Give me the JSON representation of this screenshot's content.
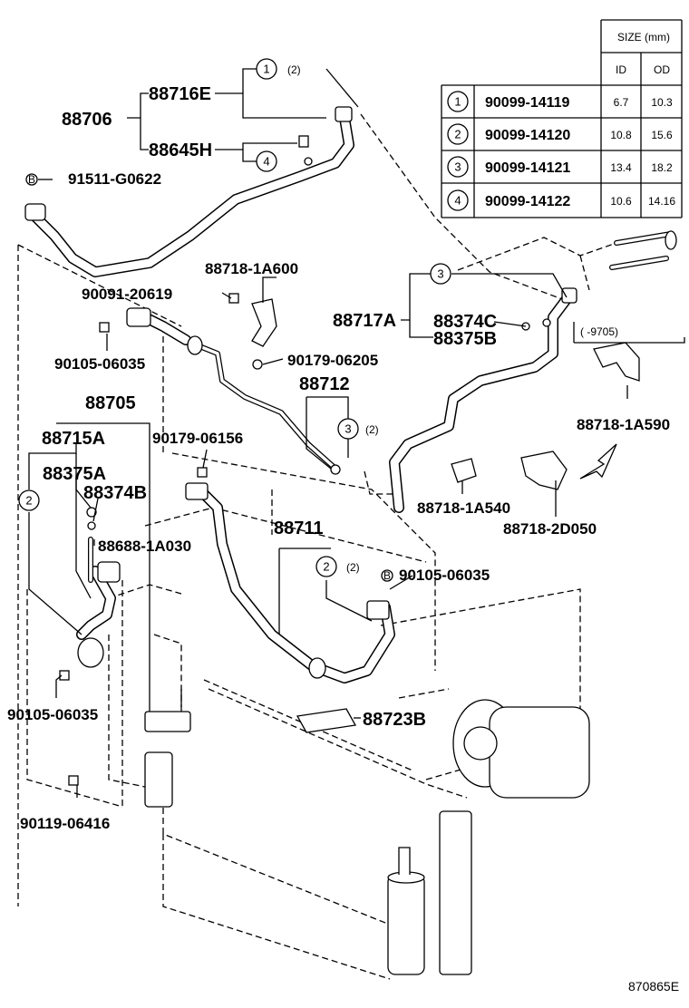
{
  "table": {
    "size_header": "SIZE (mm)",
    "col_id": "ID",
    "col_od": "OD",
    "rows": [
      {
        "num": "1",
        "part": "90099-14119",
        "id": "6.7",
        "od": "10.3"
      },
      {
        "num": "2",
        "part": "90099-14120",
        "id": "10.8",
        "od": "15.6"
      },
      {
        "num": "3",
        "part": "90099-14121",
        "id": "13.4",
        "od": "18.2"
      },
      {
        "num": "4",
        "part": "90099-14122",
        "id": "10.6",
        "od": "14.16"
      }
    ]
  },
  "labels": {
    "p88706": "88706",
    "p88716E": "88716E",
    "p88645H": "88645H",
    "p91511": "91511-G0622",
    "p88718_1A600": "88718-1A600",
    "p90091": "90091-20619",
    "p90105_a": "90105-06035",
    "p90179_06205": "90179-06205",
    "p88712": "88712",
    "p88705": "88705",
    "p88715A": "88715A",
    "p88375A": "88375A",
    "p88374B": "88374B",
    "p90179_06156": "90179-06156",
    "p88688": "88688-1A030",
    "p88711": "88711",
    "p90105_b": "90105-06035",
    "p90105_c": "90105-06035",
    "p90119": "90119-06416",
    "p88723B": "88723B",
    "p88717A": "88717A",
    "p88374C": "88374C",
    "p88375B": "88375B",
    "range_note": "(   -9705)",
    "p88718_1A590": "88718-1A590",
    "p88718_1A540": "88718-1A540",
    "p88718_2D050": "88718-2D050",
    "qty2": "(2)",
    "circle_B": "B"
  },
  "callouts": {
    "c1": "1",
    "c2": "2",
    "c3": "3",
    "c4": "4"
  },
  "reference": "870865E"
}
